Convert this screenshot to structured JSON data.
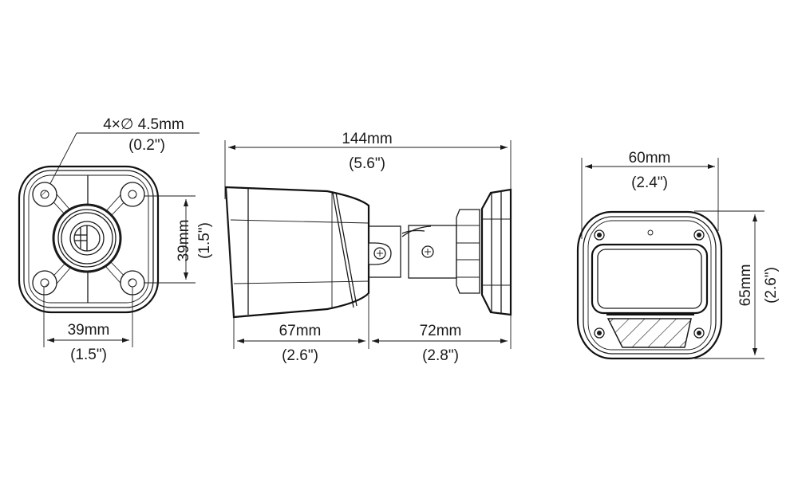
{
  "diagram": {
    "subject": "bullet camera dimension drawing",
    "views": {
      "rear_mount": {
        "hole_callout": "4×∅ 4.5mm",
        "hole_callout_inch": "(0.2\")",
        "hole_spacing_vertical": "39mm",
        "hole_spacing_vertical_inch": "(1.5\")",
        "hole_spacing_horizontal": "39mm",
        "hole_spacing_horizontal_inch": "(1.5\")"
      },
      "side": {
        "total_length": "144mm",
        "total_length_inch": "(5.6\")",
        "body_length": "67mm",
        "body_length_inch": "(2.6\")",
        "bracket_length": "72mm",
        "bracket_length_inch": "(2.8\")"
      },
      "front": {
        "width": "60mm",
        "width_inch": "(2.4\")",
        "height": "65mm",
        "height_inch": "(2.6\")"
      }
    },
    "colors": {
      "line": "#1a1a1a",
      "background": "#ffffff"
    }
  }
}
